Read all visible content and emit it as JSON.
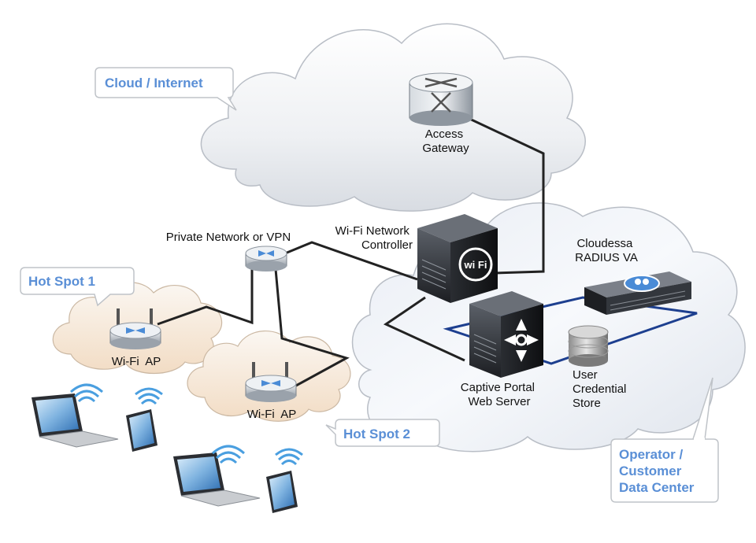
{
  "callouts": {
    "cloud_internet": "Cloud / Internet",
    "hot_spot_1": "Hot Spot 1",
    "hot_spot_2": "Hot Spot 2",
    "data_center": [
      "Operator /",
      "Customer",
      "Data Center"
    ]
  },
  "devices": {
    "access_gateway": [
      "Access",
      "Gateway"
    ],
    "private_network": "Private Network or VPN",
    "wifi_controller": [
      "Wi-Fi Network",
      "Controller"
    ],
    "radius": [
      "Cloudessa",
      "RADIUS VA"
    ],
    "captive_portal": [
      "Captive Portal",
      "Web Server"
    ],
    "credential_store": [
      "User",
      "Credential",
      "Store"
    ],
    "wifi_ap_1": "Wi-Fi  AP",
    "wifi_ap_2": "Wi-Fi  AP",
    "wifi_logo": "wi Fi"
  },
  "colors": {
    "callout_text": "#5a8fd6",
    "link_dark": "#222222",
    "link_blue": "#1d3f8f"
  }
}
